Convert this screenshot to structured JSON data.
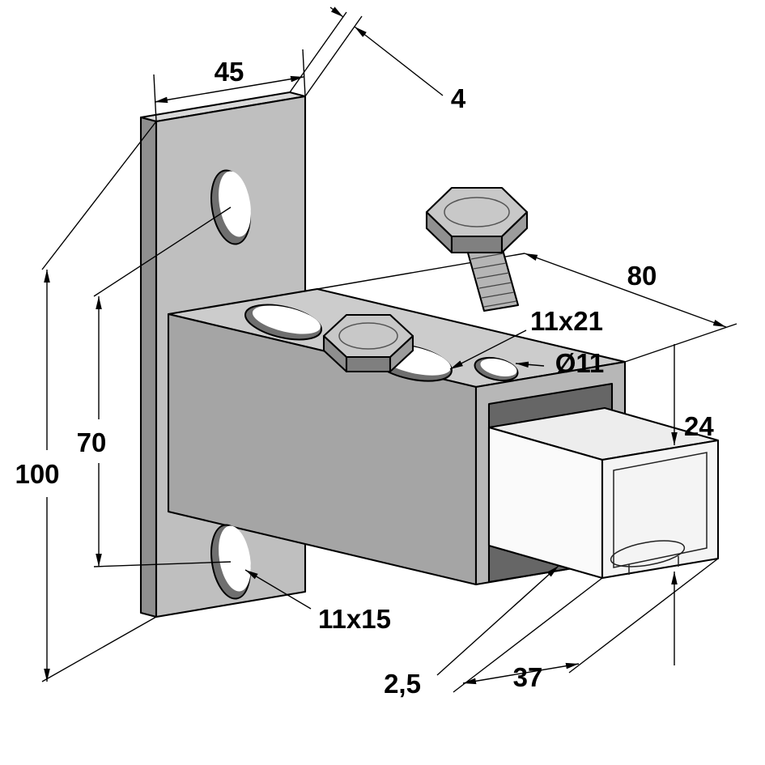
{
  "drawing": {
    "title": "wall-bracket-with-channel-rail-isometric-drawing"
  },
  "dims": {
    "plate_width": "45",
    "plate_thickness": "4",
    "arm_length": "80",
    "plate_height": "100",
    "hole_spacing": "70",
    "rail_height": "24",
    "rail_width": "37",
    "wall_thickness": "2,5",
    "arm_slot": "11x21",
    "arm_hole": "Ø11",
    "plate_slot": "11x15"
  },
  "colors": {
    "plate_top": "#d9d9d9",
    "plate_side": "#8f8f8f",
    "plate_front": "#bfbfbf",
    "arm_top": "#cccccc",
    "arm_front": "#a5a5a5",
    "arm_end": "#b7b7b7",
    "cavity": "#666666",
    "rail": "#f7f7f7",
    "hole_wall": "#6f6f6f",
    "bolt_top": "#c8c8c8",
    "line": "#000000"
  }
}
